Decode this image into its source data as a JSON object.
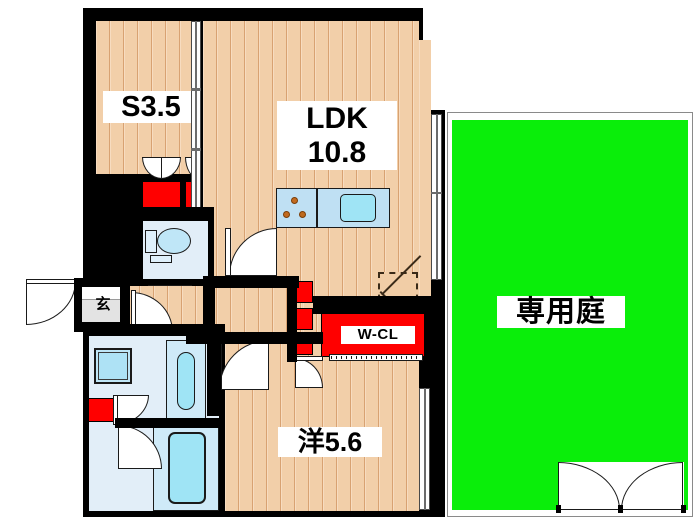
{
  "plan": {
    "type": "japanese-apartment-floor-plan",
    "colors": {
      "wall": "#000000",
      "floor": "#f2cfa9",
      "floor_line": "#d8a272",
      "garden": "#0aee0a",
      "closet": "#ff0000",
      "water_area": "#e2eef8",
      "fixture": "#bfe6f7",
      "entrance_tile": "#e3e3e3"
    },
    "rooms": [
      {
        "id": "service",
        "label": "S3.5",
        "name": "service-room",
        "size_jo": 3.5
      },
      {
        "id": "ldk",
        "label": "LDK",
        "sub": "10.8",
        "name": "living-dining-kitchen",
        "size_jo": 10.8
      },
      {
        "id": "bedroom",
        "label": "洋5.6",
        "name": "western-bedroom",
        "size_jo": 5.6
      },
      {
        "id": "garden",
        "label": "専用庭",
        "name": "private-garden"
      },
      {
        "id": "closet",
        "label": "W-CL",
        "name": "walk-in-closet"
      },
      {
        "id": "entrance",
        "label": "玄",
        "name": "entrance-genkan"
      }
    ],
    "ldk_label_line1": "LDK",
    "ldk_label_line2": "10.8",
    "service_label": "S3.5",
    "bedroom_label": "洋5.6",
    "garden_label": "専用庭",
    "closet_label": "W-CL",
    "entrance_label": "玄",
    "fixtures": [
      {
        "name": "kitchen-stove",
        "burners": 3
      },
      {
        "name": "kitchen-sink"
      },
      {
        "name": "toilet"
      },
      {
        "name": "washbasin"
      },
      {
        "name": "washing-machine-space"
      },
      {
        "name": "bathtub"
      },
      {
        "name": "garden-double-door"
      }
    ]
  }
}
